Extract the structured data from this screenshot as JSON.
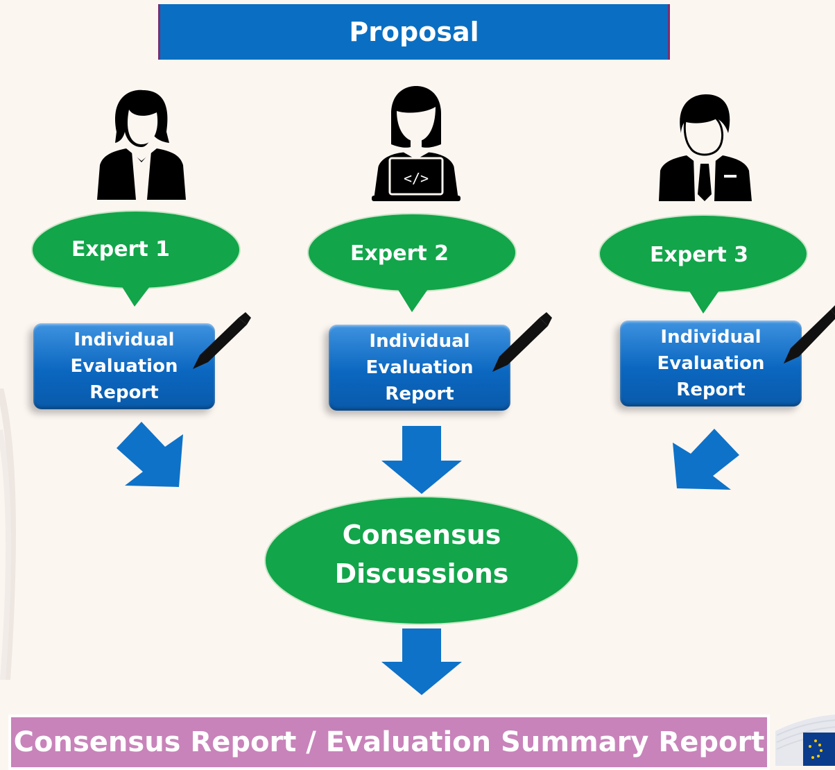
{
  "header": {
    "title": "Proposal"
  },
  "experts": [
    {
      "label": "Expert 1",
      "icon": "woman-user-icon",
      "report": {
        "line1": "Individual",
        "line2": "Evaluation",
        "line3": "Report"
      }
    },
    {
      "label": "Expert 2",
      "icon": "laptop-user-icon",
      "report": {
        "line1": "Individual",
        "line2": "Evaluation",
        "line3": "Report"
      }
    },
    {
      "label": "Expert 3",
      "icon": "businessman-user-icon",
      "report": {
        "line1": "Individual",
        "line2": "Evaluation",
        "line3": "Report"
      }
    }
  ],
  "consensus": {
    "line1": "Consensus",
    "line2": "Discussions"
  },
  "footer": {
    "title": "Consensus Report / Evaluation Summary Report"
  },
  "colors": {
    "background": "#fcf6f1",
    "header_blue": "#0a6fc2",
    "bubble_green": "#12a54a",
    "arrow_blue": "#0e72c8",
    "footer_pink": "#c883ba"
  }
}
